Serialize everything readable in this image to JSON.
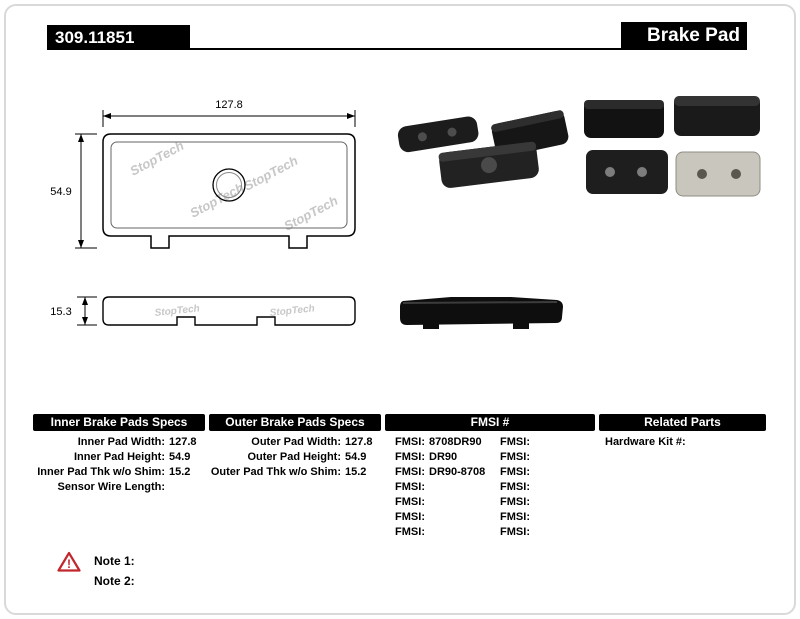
{
  "colors": {
    "header_bg": "#000000",
    "warning_red": "#c1272d"
  },
  "header": {
    "part_number": "309.11851",
    "title": "Brake Pad"
  },
  "drawings": {
    "watermark": "StopTech",
    "front_view": {
      "width_mm": "127.8",
      "height_mm": "54.9"
    },
    "side_view": {
      "thickness_mm": "15.3"
    }
  },
  "tables": {
    "inner": {
      "title": "Inner Brake Pads Specs",
      "rows": [
        {
          "label": "Inner Pad Width:",
          "value": "127.8"
        },
        {
          "label": "Inner Pad Height:",
          "value": "54.9"
        },
        {
          "label": "Inner Pad Thk w/o Shim:",
          "value": "15.2"
        },
        {
          "label": "Sensor Wire Length:",
          "value": ""
        }
      ]
    },
    "outer": {
      "title": "Outer Brake Pads Specs",
      "rows": [
        {
          "label": "Outer Pad Width:",
          "value": "127.8"
        },
        {
          "label": "Outer Pad Height:",
          "value": "54.9"
        },
        {
          "label": "Outer Pad Thk w/o Shim:",
          "value": "15.2"
        }
      ]
    },
    "fmsi": {
      "title": "FMSI #",
      "left_rows": [
        {
          "label": "FMSI:",
          "value": "8708DR90"
        },
        {
          "label": "FMSI:",
          "value": "DR90"
        },
        {
          "label": "FMSI:",
          "value": "DR90-8708"
        },
        {
          "label": "FMSI:",
          "value": ""
        },
        {
          "label": "FMSI:",
          "value": ""
        },
        {
          "label": "FMSI:",
          "value": ""
        },
        {
          "label": "FMSI:",
          "value": ""
        }
      ],
      "right_rows": [
        {
          "label": "FMSI:",
          "value": ""
        },
        {
          "label": "FMSI:",
          "value": ""
        },
        {
          "label": "FMSI:",
          "value": ""
        },
        {
          "label": "FMSI:",
          "value": ""
        },
        {
          "label": "FMSI:",
          "value": ""
        },
        {
          "label": "FMSI:",
          "value": ""
        },
        {
          "label": "FMSI:",
          "value": ""
        }
      ]
    },
    "related": {
      "title": "Related Parts",
      "rows": [
        {
          "label": "Hardware Kit #:",
          "value": ""
        }
      ]
    }
  },
  "notes": {
    "warning_glyph": "!",
    "note1": "Note 1:",
    "note2": "Note 2:"
  }
}
